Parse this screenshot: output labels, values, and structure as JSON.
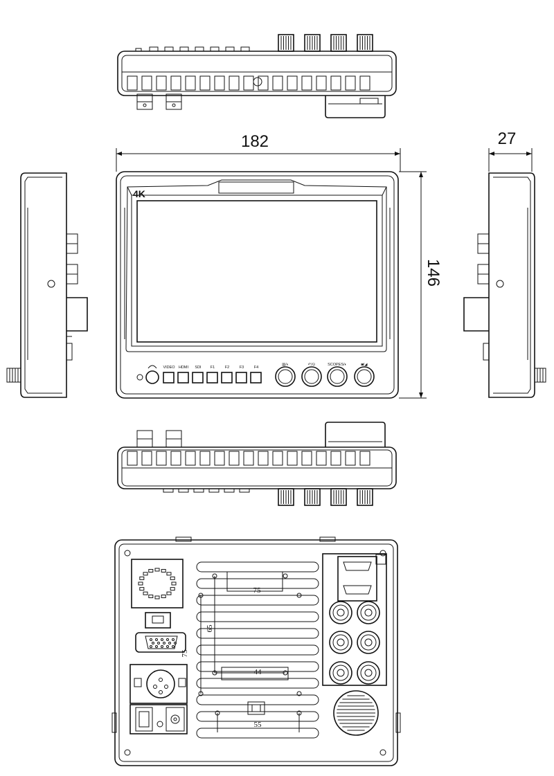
{
  "dimensions": {
    "width": "182",
    "height": "146",
    "depth": "27"
  },
  "front": {
    "badge": "4K",
    "button_labels": [
      "VIDEO",
      "HDMI",
      "SDI",
      "F1",
      "F2",
      "F3",
      "F4"
    ],
    "knob_labels": [
      "▥/◐",
      "↶/⊙",
      "SCOPES/◐",
      "◙/◢"
    ]
  },
  "rear": {
    "vesa_labels": [
      "75",
      "65",
      "75",
      "44",
      "55"
    ]
  }
}
